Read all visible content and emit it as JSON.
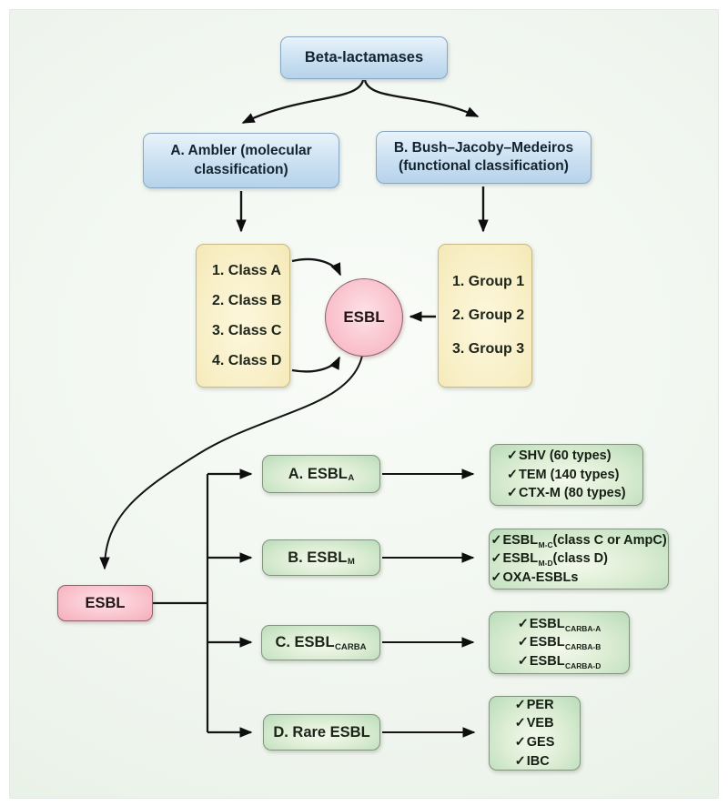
{
  "diagram": {
    "root": {
      "label": "Beta-lactamases"
    },
    "classifications": [
      {
        "label": "A. Ambler (molecular classification)"
      },
      {
        "label": "B. Bush–Jacoby–Medeiros (functional classification)"
      }
    ],
    "ambler_classes": {
      "items": [
        "1. Class A",
        "2. Class B",
        "3. Class C",
        "4. Class D"
      ]
    },
    "bush_groups": {
      "items": [
        "1. Group 1",
        "2. Group 2",
        "3. Group 3"
      ]
    },
    "esbl_circle": {
      "label": "ESBL"
    },
    "esbl_node": {
      "label": "ESBL"
    },
    "families": [
      {
        "label_main": "A. ESBL",
        "label_sub": "A",
        "members": [
          {
            "check": "✓",
            "pre": "SHV (60 types)",
            "sub": "",
            "post": ""
          },
          {
            "check": "✓",
            "pre": "TEM (140 types)",
            "sub": "",
            "post": ""
          },
          {
            "check": "✓",
            "pre": "CTX-M (80 types)",
            "sub": "",
            "post": ""
          }
        ]
      },
      {
        "label_main": "B. ESBL",
        "label_sub": "M",
        "members": [
          {
            "check": "✓",
            "pre": "ESBL",
            "sub": "M-C",
            "post": "(class C or AmpC)"
          },
          {
            "check": "✓",
            "pre": "ESBL",
            "sub": "M-D",
            "post": "(class D)"
          },
          {
            "check": "✓",
            "pre": "OXA-ESBLs",
            "sub": "",
            "post": ""
          }
        ]
      },
      {
        "label_main": "C. ESBL",
        "label_sub": "CARBA",
        "members": [
          {
            "check": "✓",
            "pre": "ESBL",
            "sub": "CARBA-A",
            "post": ""
          },
          {
            "check": "✓",
            "pre": "ESBL",
            "sub": "CARBA-B",
            "post": ""
          },
          {
            "check": "✓",
            "pre": "ESBL",
            "sub": "CARBA-D",
            "post": ""
          }
        ]
      },
      {
        "label_main": "D. Rare ESBL",
        "label_sub": "",
        "members": [
          {
            "check": "✓",
            "pre": "PER",
            "sub": "",
            "post": ""
          },
          {
            "check": "✓",
            "pre": "VEB",
            "sub": "",
            "post": ""
          },
          {
            "check": "✓",
            "pre": "GES",
            "sub": "",
            "post": ""
          },
          {
            "check": "✓",
            "pre": "IBC",
            "sub": "",
            "post": ""
          }
        ]
      }
    ],
    "colors": {
      "box_blue": "#c6dcef",
      "box_yellow": "#f8efc6",
      "box_pink": "#f7b4c0",
      "box_green": "#cfe6c9",
      "panel_bg": "#eef4ed",
      "arrow": "#111111"
    }
  }
}
